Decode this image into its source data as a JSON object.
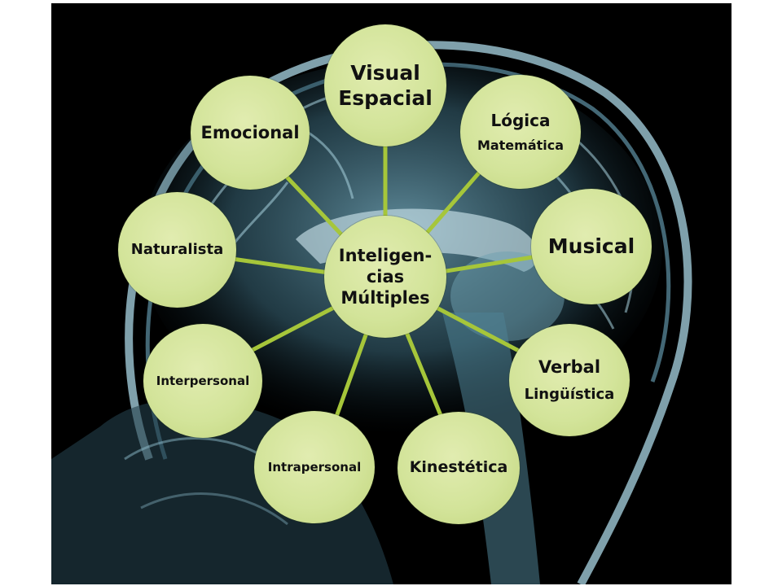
{
  "diagram": {
    "center": {
      "line1": "Inteligen-",
      "line2": "cias",
      "line3": "Múltiples"
    },
    "nodes": {
      "visual": {
        "line1": "Visual",
        "line2": "Espacial"
      },
      "logica": {
        "line1": "Lógica",
        "line2": "Matemática"
      },
      "musical": {
        "label": "Musical"
      },
      "verbal": {
        "line1": "Verbal",
        "line2": "Lingüística"
      },
      "kinestetica": {
        "label": "Kinestética"
      },
      "intrapersonal": {
        "label": "Intrapersonal"
      },
      "interpersonal": {
        "label": "Interpersonal"
      },
      "naturalista": {
        "label": "Naturalista"
      },
      "emocional": {
        "label": "Emocional"
      }
    },
    "colors": {
      "node_fill": "#d3e49a",
      "connector": "#a6c63a",
      "background": "#000000",
      "scan_tint": "#7fb2c4"
    }
  }
}
